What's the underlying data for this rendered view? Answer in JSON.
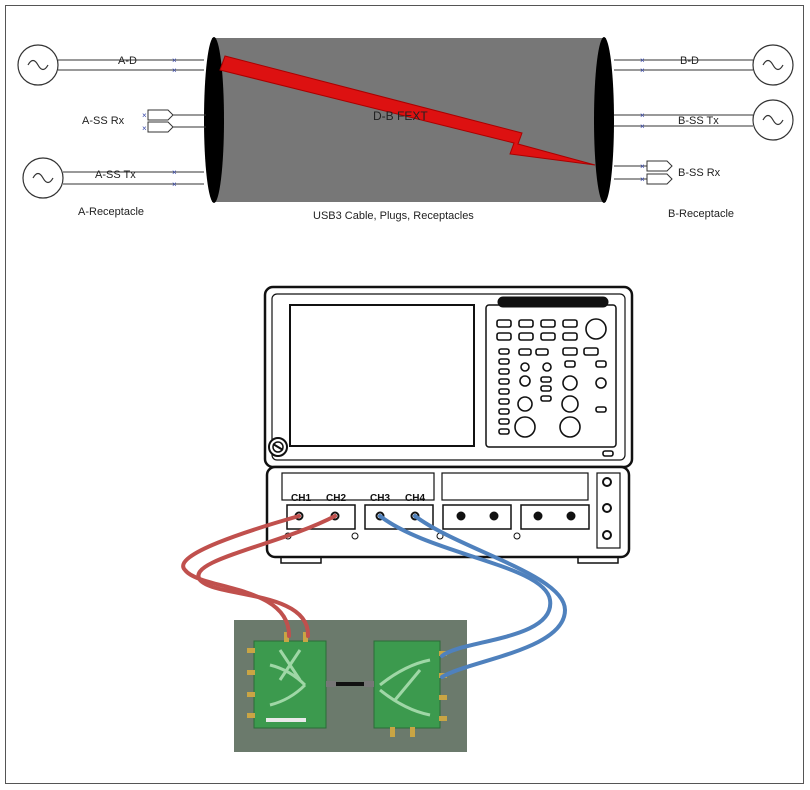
{
  "cable_diagram": {
    "left_ports": [
      "A-D",
      "A-SS Rx",
      "A-SS Tx"
    ],
    "right_ports": [
      "B-D",
      "B-SS Tx",
      "B-SS Rx"
    ],
    "arrow_label": "D-B FEXT",
    "cable_caption": "USB3 Cable, Plugs, Receptacles",
    "left_caption": "A-Receptacle",
    "right_caption": "B-Receptacle",
    "colors": {
      "cable": "#777777",
      "arrow": "#dd1111",
      "port_wire": "#3344aa"
    }
  },
  "oscilloscope": {
    "channels": [
      "CH1",
      "CH2",
      "CH3",
      "CH4"
    ],
    "colors": {
      "red_cable": "#c0504d",
      "blue_cable": "#4f81bd",
      "pcb": "#3c9a4e",
      "board_bg": "#6b7a6c"
    }
  }
}
